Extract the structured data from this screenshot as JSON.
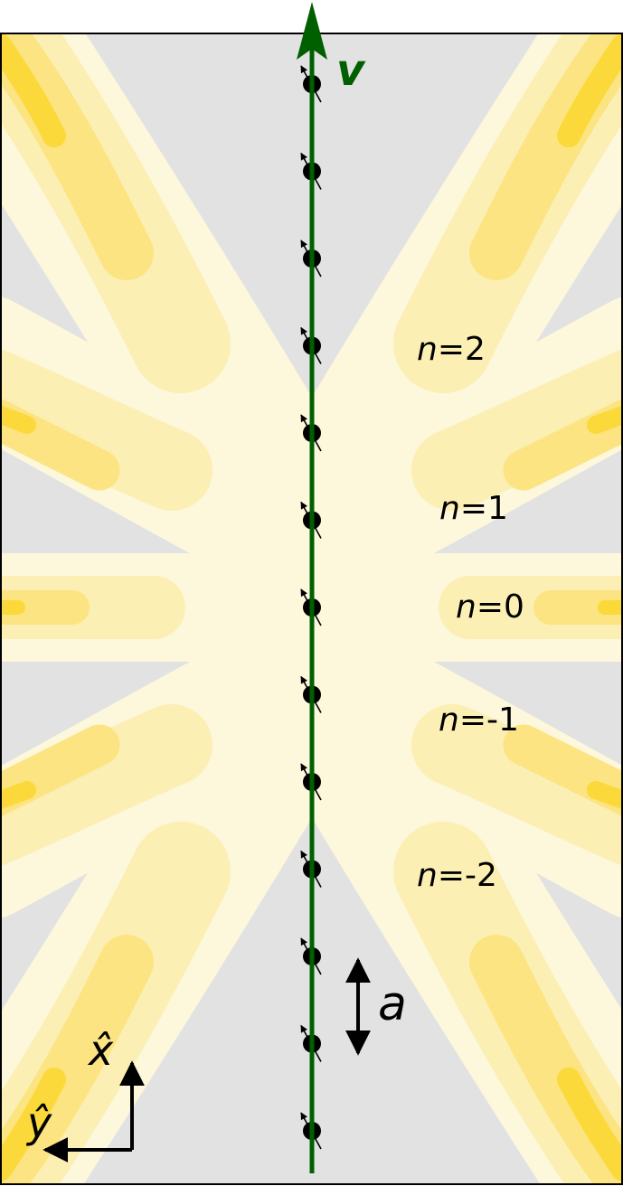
{
  "velocity_label": "v",
  "spacing_label": "a",
  "axes": {
    "x_label": "x̂",
    "y_label": "ŷ"
  },
  "orders": [
    {
      "n_label": "n",
      "value": "=2"
    },
    {
      "n_label": "n",
      "value": "=1"
    },
    {
      "n_label": "n",
      "value": "=0"
    },
    {
      "n_label": "n",
      "value": "=-1"
    },
    {
      "n_label": "n",
      "value": "=-2"
    }
  ],
  "particle_count": 13,
  "colors": {
    "background": "#e2e2e2",
    "beam": "#006000",
    "glow_outer": "#fdf7dc",
    "glow_mid": "#fcefb4",
    "glow_inner": "#fbe481",
    "glow_core": "#fbd93a"
  }
}
